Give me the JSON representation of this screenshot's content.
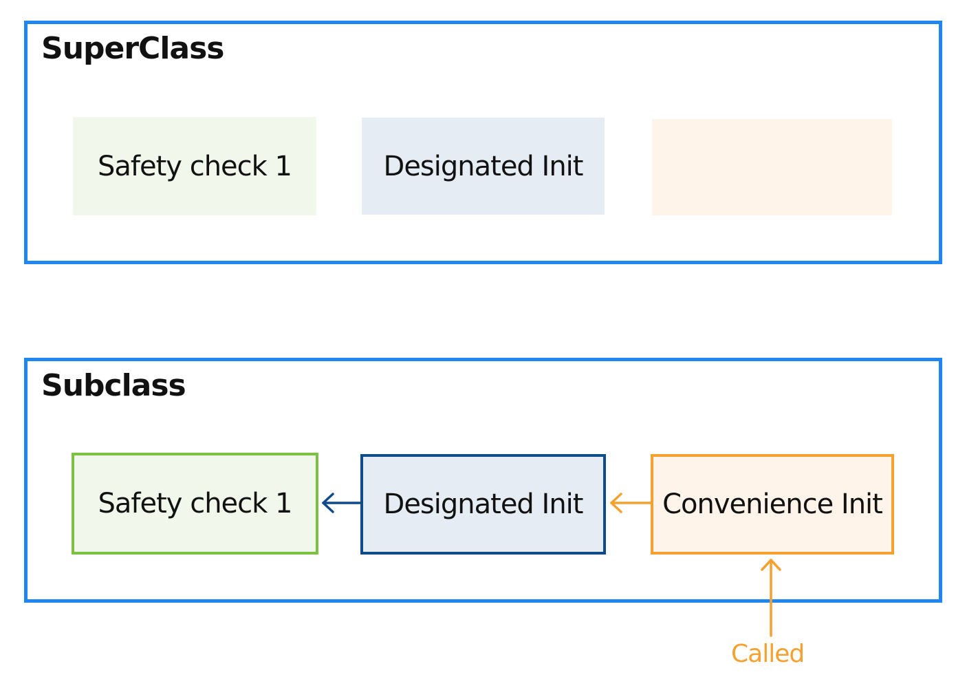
{
  "superclass": {
    "title": "SuperClass",
    "safety_check": "Safety check 1",
    "designated_init": "Designated Init",
    "convenience_init": ""
  },
  "subclass": {
    "title": "Subclass",
    "safety_check": "Safety check 1",
    "designated_init": "Designated Init",
    "convenience_init": "Convenience Init"
  },
  "called_label": "Called",
  "colors": {
    "frame": "#1f86f0",
    "safety": "#7dc142",
    "designated": "#0f4a8a",
    "convenience": "#f4a130"
  }
}
